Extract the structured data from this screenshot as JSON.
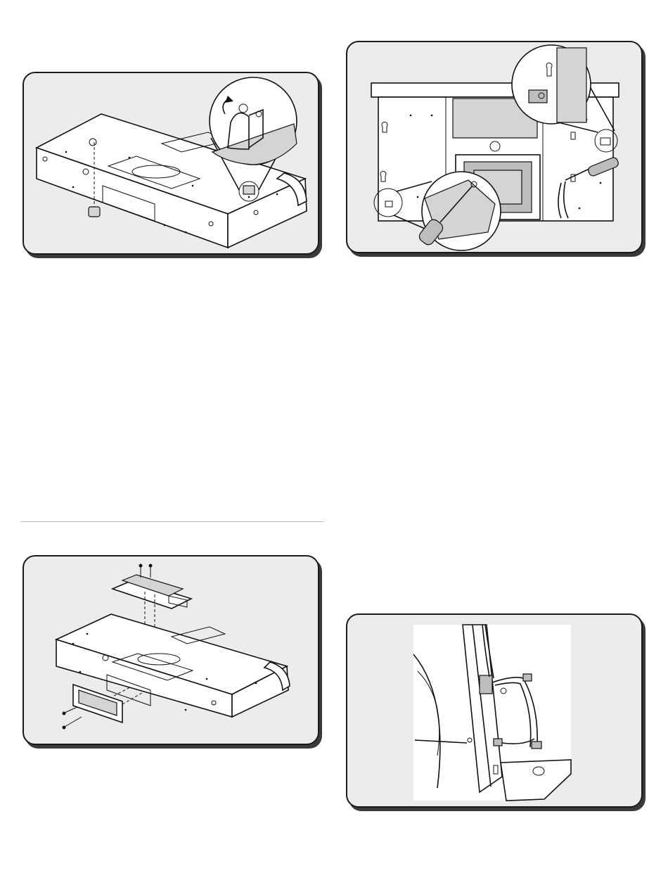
{
  "figures": [
    {
      "id": "fig-top-left",
      "icon": "range-hood-underside-mounting-detail"
    },
    {
      "id": "fig-top-right",
      "icon": "range-hood-back-screwdriver-detail"
    },
    {
      "id": "fig-bottom-left",
      "icon": "range-hood-exploded-damper-assembly"
    },
    {
      "id": "fig-bottom-right",
      "icon": "range-hood-wiring-closeup"
    }
  ]
}
